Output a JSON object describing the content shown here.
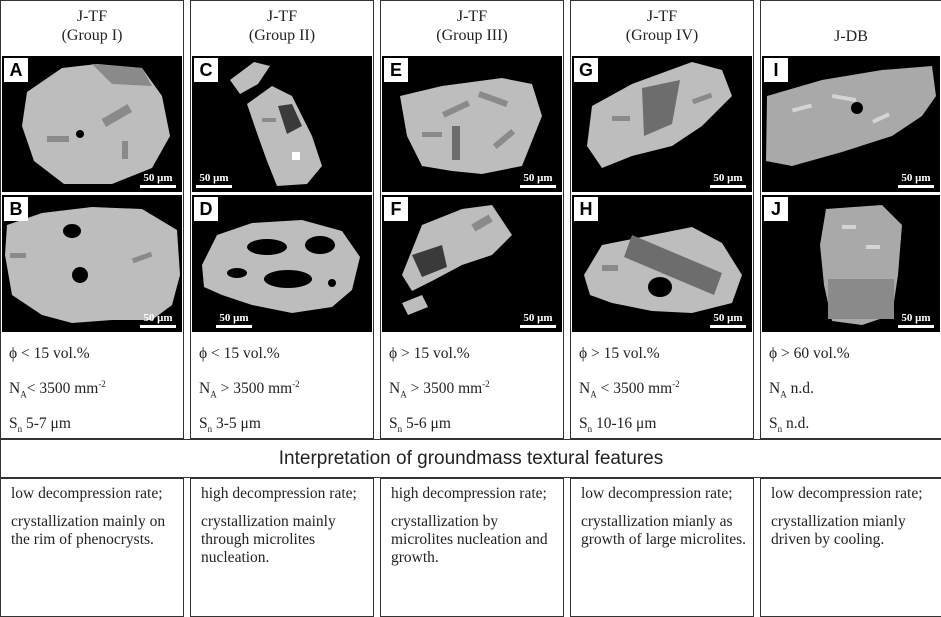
{
  "columns": [
    {
      "header_line1": "J-TF",
      "header_line2": "(Group I)",
      "top_panel": {
        "letter": "A",
        "scale": "50 μm"
      },
      "bottom_panel": {
        "letter": "B",
        "scale": "50 μm"
      },
      "phi": "ϕ < 15 vol.%",
      "na_prefix": "N",
      "na_sub": "A",
      "na_rest": "< 3500 mm",
      "na_sup": "-2",
      "sn_prefix": "S",
      "sn_sub": "n",
      "sn_rest": " 5-7 μm",
      "interp_1": "low decompression rate;",
      "interp_2": "crystallization mainly on the rim of phenocrysts."
    },
    {
      "header_line1": "J-TF",
      "header_line2": "(Group II)",
      "top_panel": {
        "letter": "C",
        "scale": "50 μm"
      },
      "bottom_panel": {
        "letter": "D",
        "scale": "50 μm"
      },
      "phi": "ϕ < 15 vol.%",
      "na_prefix": "N",
      "na_sub": "A",
      "na_rest": " > 3500 mm",
      "na_sup": "-2",
      "sn_prefix": "S",
      "sn_sub": "n",
      "sn_rest": " 3-5 μm",
      "interp_1": "high decompression rate;",
      "interp_2": "crystallization mainly through microlites nucleation."
    },
    {
      "header_line1": "J-TF",
      "header_line2": "(Group III)",
      "top_panel": {
        "letter": "E",
        "scale": "50 μm"
      },
      "bottom_panel": {
        "letter": "F",
        "scale": "50 μm"
      },
      "phi": "ϕ > 15 vol.%",
      "na_prefix": "N",
      "na_sub": "A",
      "na_rest": " > 3500 mm",
      "na_sup": "-2",
      "sn_prefix": "S",
      "sn_sub": "n",
      "sn_rest": " 5-6 μm",
      "interp_1": "high decompression rate;",
      "interp_2": "crystallization by microlites nucleation and growth."
    },
    {
      "header_line1": "J-TF",
      "header_line2": "(Group IV)",
      "top_panel": {
        "letter": "G",
        "scale": "50 μm"
      },
      "bottom_panel": {
        "letter": "H",
        "scale": "50 μm"
      },
      "phi": "ϕ > 15 vol.%",
      "na_prefix": "N",
      "na_sub": "A",
      "na_rest": " < 3500 mm",
      "na_sup": "-2",
      "sn_prefix": "S",
      "sn_sub": "n",
      "sn_rest": " 10-16 μm",
      "interp_1": "low decompression rate;",
      "interp_2": "crystallization mianly as growth of large microlites."
    },
    {
      "header_line1": "J-DB",
      "header_line2": "",
      "top_panel": {
        "letter": "I",
        "scale": "50 μm"
      },
      "bottom_panel": {
        "letter": "J",
        "scale": "50 μm"
      },
      "phi": "ϕ > 60 vol.%",
      "na_prefix": "N",
      "na_sub": "A",
      "na_rest": " n.d.",
      "na_sup": "",
      "sn_prefix": "S",
      "sn_sub": "n",
      "sn_rest": " n.d.",
      "interp_1": "low decompression rate;",
      "interp_2": "crystallization mianly driven by cooling."
    }
  ],
  "banner": "Interpretation of groundmass textural features",
  "colors": {
    "image_bg": "#000000",
    "grain": "#bdbdbd",
    "crystal": "#8a8a8a",
    "border": "#333333"
  }
}
